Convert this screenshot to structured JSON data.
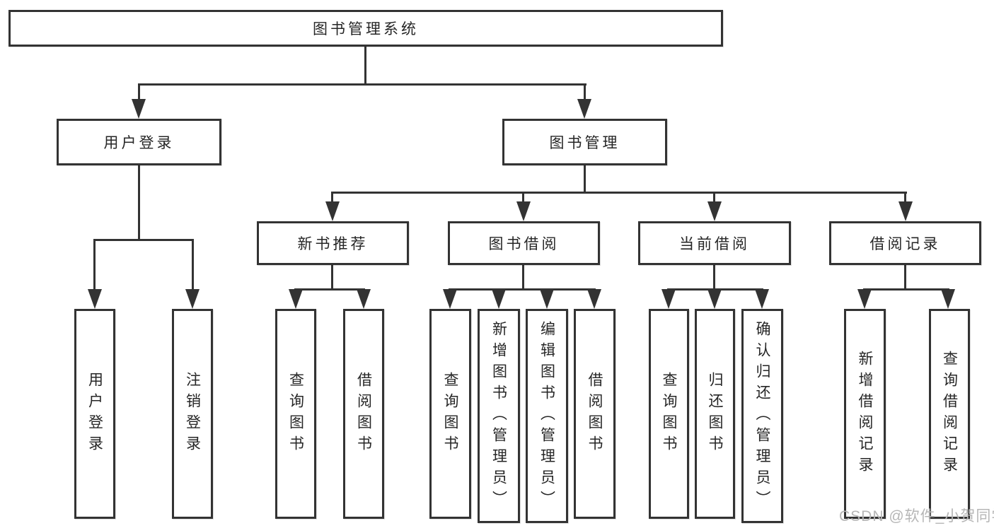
{
  "tree": {
    "root": "图书管理系统",
    "branches": [
      {
        "label": "用户登录",
        "children": [
          "用户登录",
          "注销登录"
        ]
      },
      {
        "label": "图书管理",
        "groups": [
          {
            "label": "新书推荐",
            "children": [
              "查询图书",
              "借阅图书"
            ]
          },
          {
            "label": "图书借阅",
            "children": [
              "查询图书",
              "新增图书（管理员）",
              "编辑图书（管理员）",
              "借阅图书"
            ]
          },
          {
            "label": "当前借阅",
            "children": [
              "查询图书",
              "归还图书",
              "确认归还（管理员）"
            ]
          },
          {
            "label": "借阅记录",
            "children": [
              "新增借阅记录",
              "查询借阅记录"
            ]
          }
        ]
      }
    ]
  },
  "watermark": "CSDN @软件_小贺同学",
  "colors": {
    "line": "#333333",
    "box_border": "#333333",
    "box_fill": "#ffffff",
    "text": "#262626",
    "watermark": "#b6b6b6",
    "background": "#ffffff"
  }
}
